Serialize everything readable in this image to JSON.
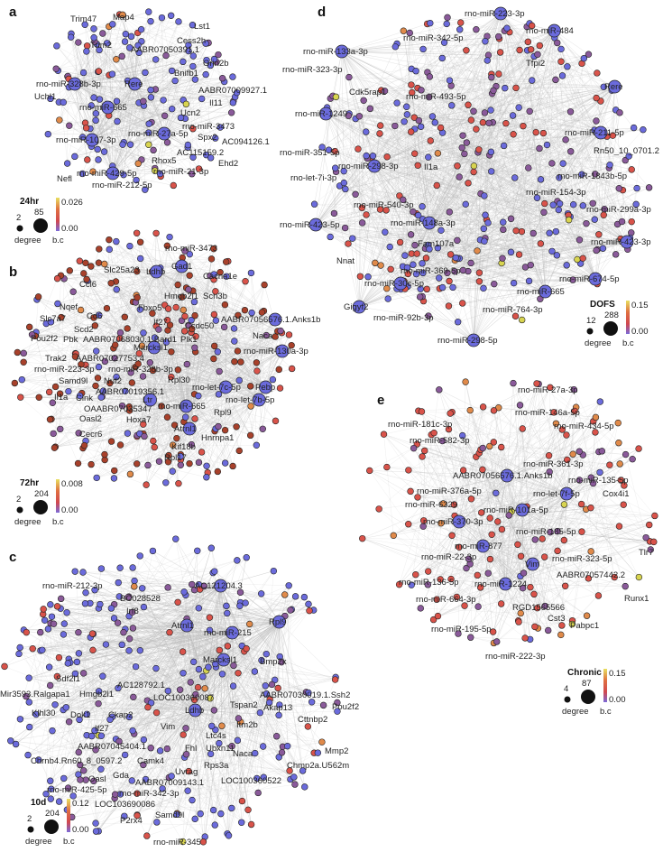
{
  "colors": {
    "blue": "#6b6bdc",
    "purple": "#8a5a9a",
    "red": "#d9534a",
    "brown": "#a8412b",
    "orange": "#e08a4a",
    "yellow": "#d8d450",
    "edge": "#b8b8b8",
    "node_stroke": "#222222"
  },
  "colorbar": [
    "#e8e060",
    "#e07040",
    "#d04850",
    "#7a6ad8"
  ],
  "panels": [
    {
      "id": "a",
      "letter": "a",
      "legend": {
        "title": "24hr",
        "deg_min": "2",
        "deg_max": "85",
        "bc_max": "0.026",
        "bc_min": "0.00",
        "deg_label": "degree",
        "bc_label": "b.c"
      },
      "labels": [
        "Trim47",
        "Map4",
        "Lst1",
        "Cess2h",
        "Trim2",
        "AABR07050391.1",
        "Grin2b",
        "Bnifb1",
        "rno-miR-328b-3p",
        "Rere",
        "AABR07009927.1",
        "Uchl1",
        "rno-miR-665",
        "Il11",
        "Ucn2",
        "rno-miR-3473",
        "AC094126.1",
        "rno-miR-27a-5p",
        "rno-miR-107-3p",
        "Spx2",
        "AC115159.2",
        "Rhox5",
        "Ehd2",
        "rno-miR-21-3p",
        "rno-miR-429-5p",
        "Nefl",
        "rno-miR-212-5p"
      ]
    },
    {
      "id": "b",
      "letter": "b",
      "legend": {
        "title": "72hr",
        "deg_min": "2",
        "deg_max": "204",
        "bc_max": "0.008",
        "bc_min": "0.00",
        "deg_label": "degree",
        "bc_label": "b.c"
      },
      "labels": [
        "rno-miR-3473",
        "Slc25a23",
        "Ldhb",
        "Gad1",
        "Cacna1e",
        "Ccl6",
        "Hmgb2l1",
        "Scn3b",
        "Nqef",
        "Fbxo5",
        "Cd6",
        "Slc7a7",
        "If27",
        "AABR07056576.1.Anks1b",
        "Ccdc50",
        "Scd2",
        "Pou2f2",
        "Pbk",
        "AABR07068030.1.Bard1",
        "Plk1",
        "Naca",
        "Marcksl1",
        "rno-miR-130a-3p",
        "Trak2",
        "AABR07027753.4",
        "rno-miR-223-3p",
        "rno-miR-328b-3p",
        "Samd9l",
        "Nuf2",
        "AABR07019356.1",
        "Rpl30",
        "rno-let-7c-5p",
        "Pebp",
        "Il1a",
        "Clnk",
        "OAABR07035347",
        "rno-miR-665",
        "Rpl9",
        "rno-let-7b-5p",
        "Oasl2",
        "Hoxa7",
        "Atrnl1",
        "Cecr6",
        "Hnrnpa1",
        "Kif18b",
        "Rpl17",
        "Ltr"
      ]
    },
    {
      "id": "c",
      "letter": "c",
      "legend": {
        "title": "10d",
        "deg_min": "2",
        "deg_max": "204",
        "bc_max": "0.12",
        "bc_min": "0.00",
        "deg_label": "degree",
        "bc_label": "b.c"
      },
      "labels": [
        "AC121204.3",
        "rno-miR-212-3p",
        "BC028528",
        "Irf8",
        "Atrnl1",
        "rno-miR-215",
        "Rpl9",
        "Marcksl1",
        "Bmp2k",
        "Sdf2l1",
        "Mir3593.Ralgapa1",
        "Hmgb2l1",
        "AC128792.1",
        "LOC100360087",
        "AABR07030019.1.Ssh2",
        "Pou2f2",
        "Ldhb",
        "Tspan2",
        "Akap13",
        "Klhl30",
        "Dok1",
        "Ckap2",
        "Cttnbp2",
        "If27",
        "Vim",
        "Itm2b",
        "Ltc4s",
        "AABR07045404.1",
        "Fhl",
        "Ubxn11",
        "Chrnb4.Rn60_8_0597.2",
        "Camk4",
        "Naca",
        "Rps3a",
        "Chmp2a.U562m",
        "Mmp2",
        "Oasl",
        "Gda",
        "Uvrag",
        "AABR07009143.1",
        "LOC100360522",
        "rno-miR-425-5p",
        "rno-miR-342-3p",
        "LOC103690086",
        "P2rx4",
        "Samd9l",
        "rno-miR-345"
      ]
    },
    {
      "id": "d",
      "letter": "d",
      "legend": {
        "title": "DOFS",
        "deg_min": "12",
        "deg_max": "288",
        "bc_max": "0.15",
        "bc_min": "0.00",
        "deg_label": "degree",
        "bc_label": "b.c"
      },
      "labels": [
        "rno-miR-223-3p",
        "rno-miR-484",
        "rno-miR-342-5p",
        "rno-miR-133a-3p",
        "Tfpi2",
        "rno-miR-323-3p",
        "Cdk5rap1",
        "rno-miR-493-5p",
        "Rere",
        "rno-miR-1249",
        "rno-miR-211-5p",
        "rno-miR-351-5p",
        "Rn50_10_0701.2",
        "rno-miR-298-3p",
        "Il1a",
        "rno-miR-1843b-5p",
        "rno-let-7i-3p",
        "rno-miR-154-3p",
        "rno-miR-540-3p",
        "rno-miR-299a-3p",
        "rno-miR-423-5p",
        "rno-miR-148a-3p",
        "Fam107a",
        "rno-miR-423-3p",
        "Nnat",
        "rno-miR-369-5p",
        "rno-miR-674-5p",
        "rno-miR-30c-5p",
        "rno-miR-665",
        "Gigyf2",
        "rno-miR-764-3p",
        "rno-miR-92b-3p",
        "rno-miR-298-5p"
      ]
    },
    {
      "id": "e",
      "letter": "e",
      "legend": {
        "title": "Chronic",
        "deg_min": "4",
        "deg_max": "87",
        "bc_max": "0.15",
        "bc_min": "0.00",
        "deg_label": "degree",
        "bc_label": "b.c"
      },
      "labels": [
        "rno-miR-27a-3p",
        "rno-miR-146a-5p",
        "rno-miR-181c-3p",
        "rno-miR-434-5p",
        "rno-miR-582-3p",
        "rno-miR-361-3p",
        "AABR07056576.1.Anks1b",
        "rno-miR-135-5p",
        "rno-miR-376a-5p",
        "rno-let-7f-5p",
        "Cox4i1",
        "rno-miR-6329",
        "rno-miR-101a-5p",
        "rno-miR-370-3p",
        "rno-miR-185-5p",
        "rno-miR-877",
        "Tlr7",
        "rno-miR-22-3p",
        "Vim",
        "rno-miR-323-5p",
        "AABR07057442.2",
        "rno-miR-136-5p",
        "rno-miR-1224",
        "rno-miR-664-3p",
        "Runx1",
        "RGD1565566",
        "Cst3",
        "Pabpc1",
        "rno-miR-195-5p",
        "rno-miR-222-3p"
      ]
    }
  ]
}
